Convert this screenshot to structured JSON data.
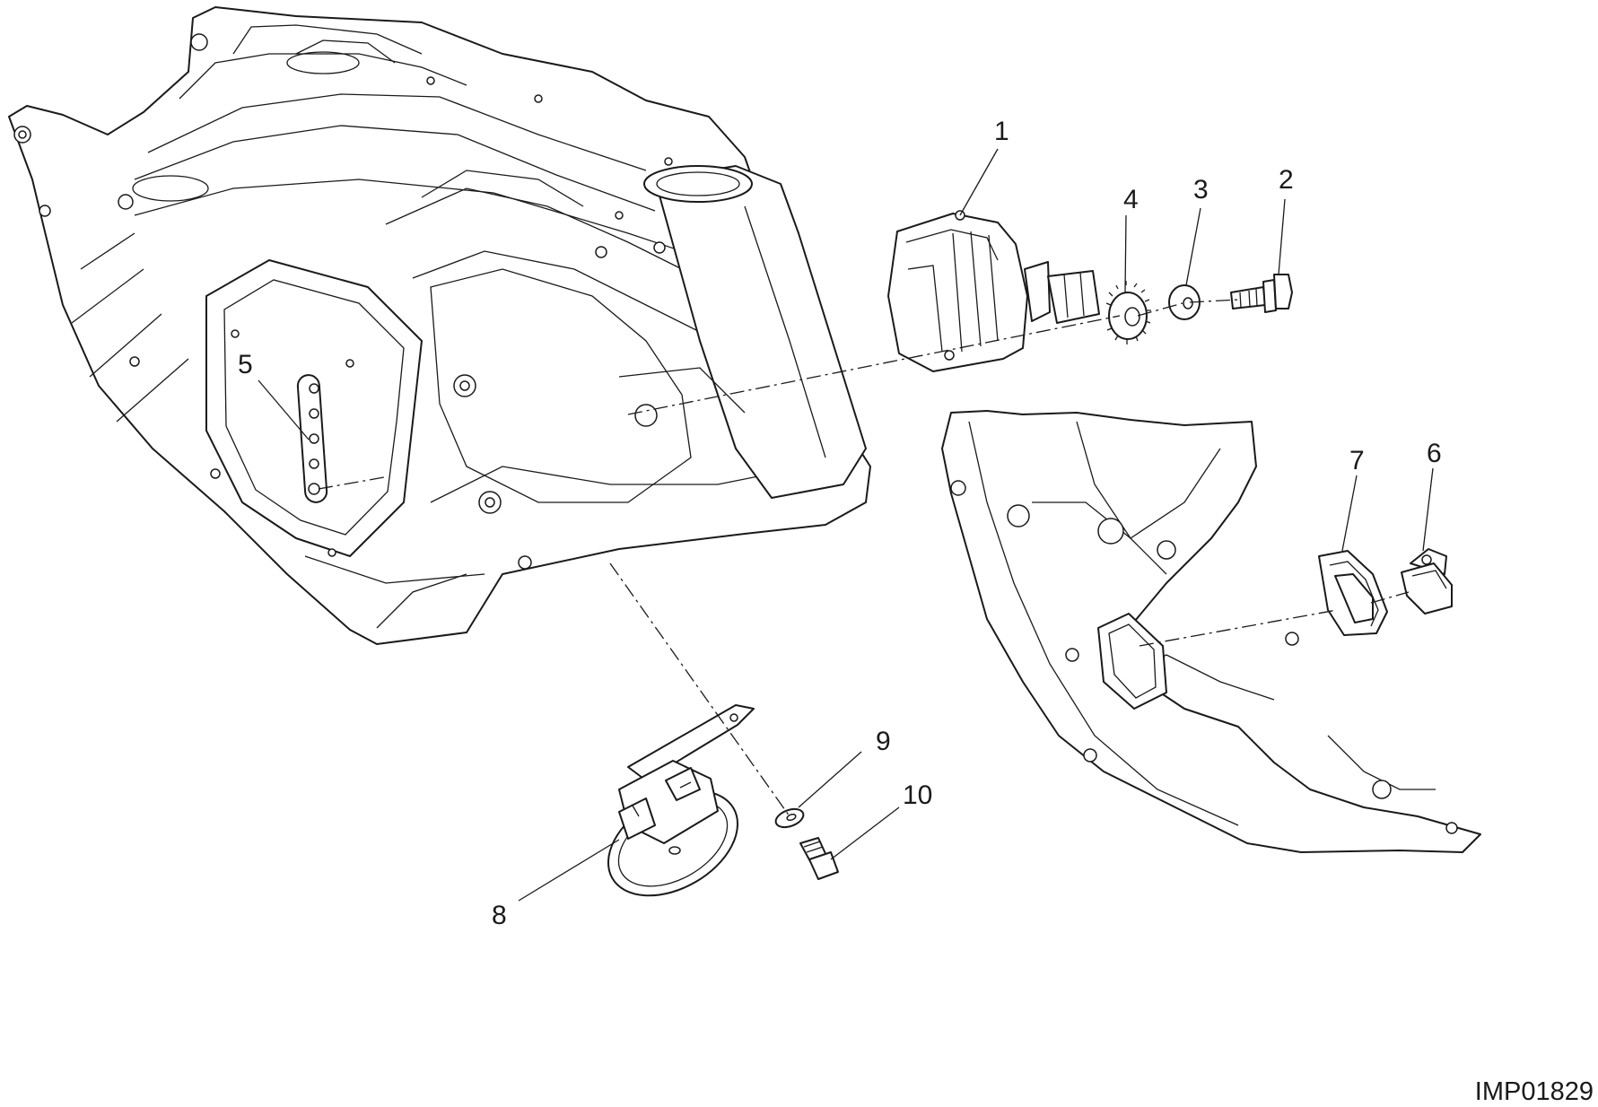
{
  "drawing_code": "IMP01829",
  "callouts": [
    "1",
    "2",
    "3",
    "4",
    "5",
    "6",
    "7",
    "8",
    "9",
    "10"
  ]
}
